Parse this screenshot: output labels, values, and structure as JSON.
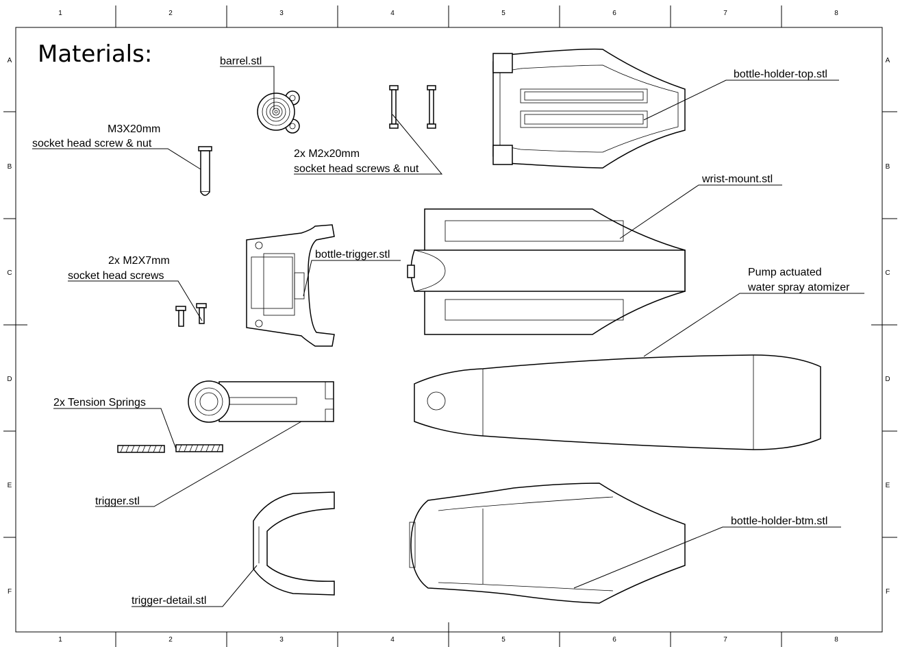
{
  "title": "Materials:",
  "grid": {
    "columns": [
      "1",
      "2",
      "3",
      "4",
      "5",
      "6",
      "7",
      "8"
    ],
    "rows": [
      "A",
      "B",
      "C",
      "D",
      "E",
      "F"
    ]
  },
  "labels": {
    "barrel": "barrel.stl",
    "m3_line1": "M3X20mm",
    "m3_line2": "socket head screw & nut",
    "m2x20_line1": "2x M2x20mm",
    "m2x20_line2": "socket head screws & nut",
    "bottle_holder_top": "bottle-holder-top.stl",
    "wrist_mount": "wrist-mount.stl",
    "bottle_trigger": "bottle-trigger.stl",
    "m2x7_line1": "2x M2X7mm",
    "m2x7_line2": "socket head screws",
    "pump_line1": "Pump actuated",
    "pump_line2": "water spray atomizer",
    "springs": "2x Tension Springs",
    "trigger": "trigger.stl",
    "bottle_holder_btm": "bottle-holder-btm.stl",
    "trigger_detail": "trigger-detail.stl"
  }
}
